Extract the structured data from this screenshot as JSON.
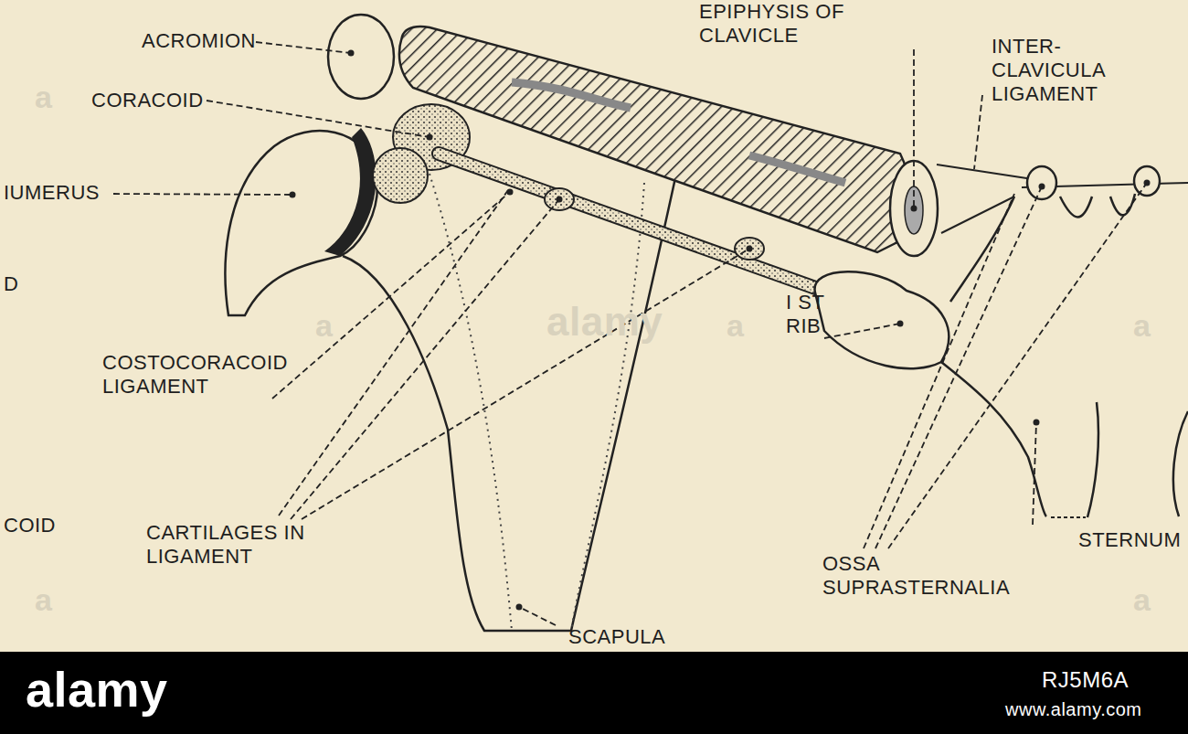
{
  "diagram": {
    "labels": [
      "ACROMION",
      "CORACOID",
      "IUMERUS",
      "D",
      "COSTOCORACOID LIGAMENT",
      "COID",
      "CARTILAGES IN LIGAMENT",
      "SCAPULA",
      "EPIPHYSIS OF CLAVICLE",
      "INTER- CLAVICULA LIGAMENT",
      "I ST RIB",
      "STERNUM",
      "OSSA SUPRASTERNALIA",
      "a",
      "a",
      "a",
      "a",
      "alamy",
      "a",
      "a",
      "alamy",
      "www.alamy.com",
      "RJ5M6A"
    ]
  }
}
